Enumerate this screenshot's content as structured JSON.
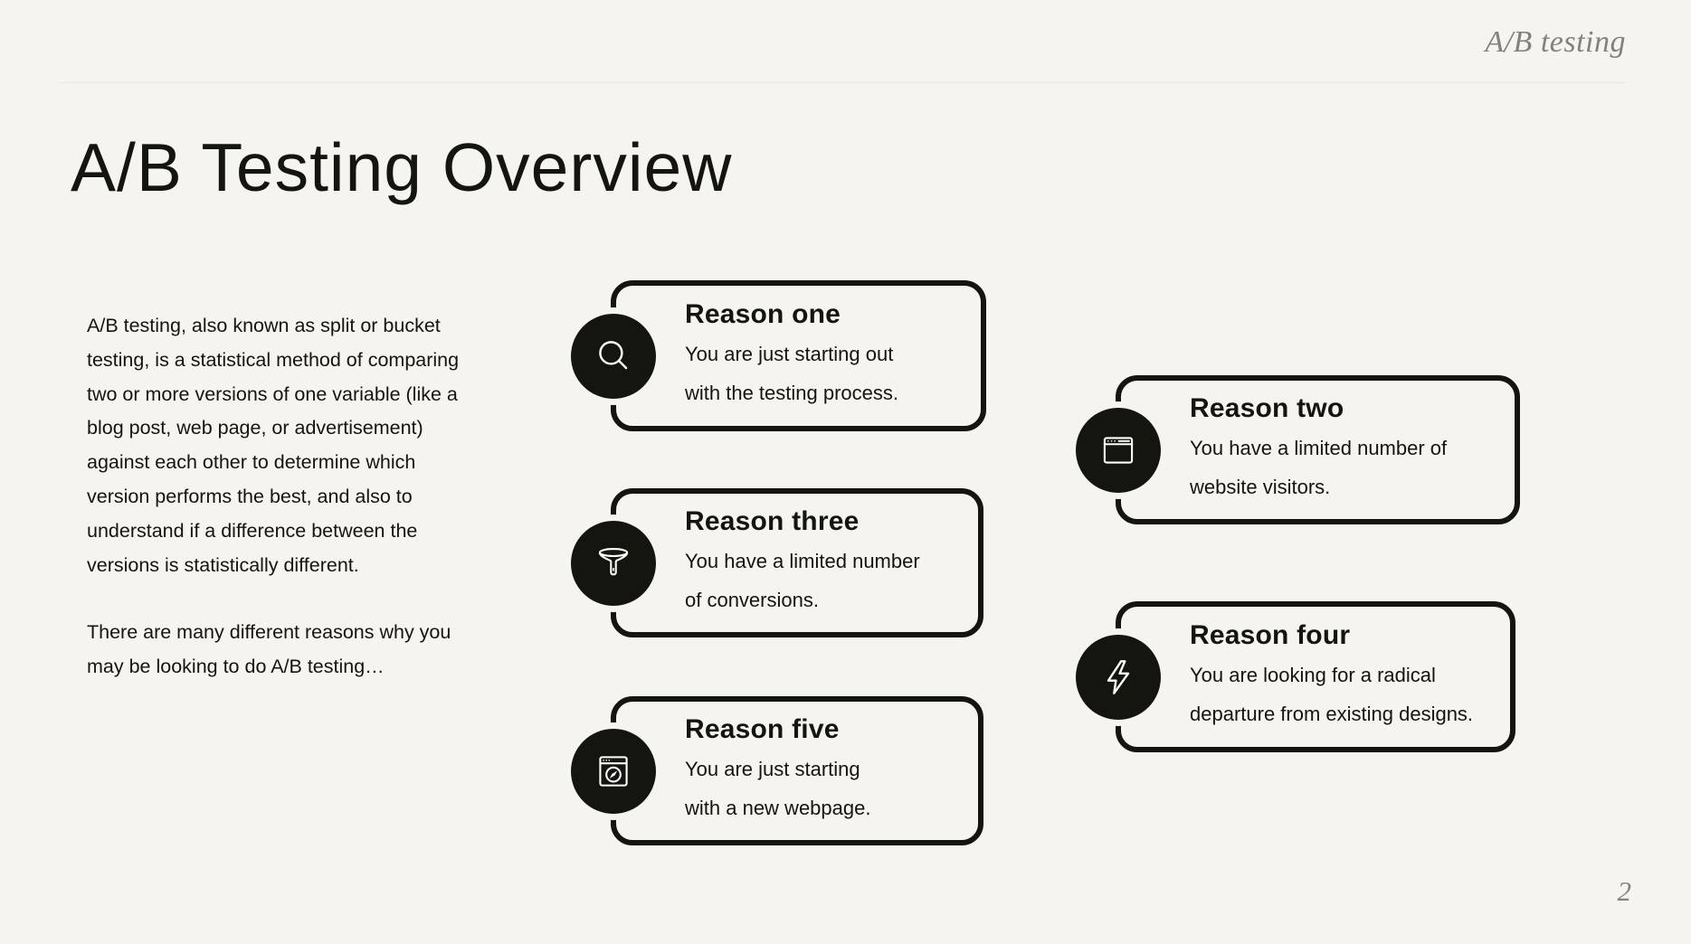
{
  "colors": {
    "background": "#f6f4ef",
    "ink": "#151510",
    "muted_gray": "#82817b",
    "icon_foreground": "#ffffff"
  },
  "header": {
    "label": "A/B testing"
  },
  "title": "A/B Testing Overview",
  "intro": {
    "para1": "A/B testing, also known as split or bucket\ntesting, is a statistical method of comparing\ntwo or more versions of one variable (like a\nblog post, web page, or advertisement)\nagainst each other to determine which\nversion performs the best, and also to\nunderstand if a difference between the\nversions is statistically different.",
    "para2": "There are many different reasons why you\nmay be looking to do A/B testing…"
  },
  "reasons": [
    {
      "icon": "search-icon",
      "title": "Reason one",
      "body": "You are just starting out\nwith the testing process."
    },
    {
      "icon": "browser-window-icon",
      "title": "Reason two",
      "body": "You have a limited number of\nwebsite visitors."
    },
    {
      "icon": "funnel-icon",
      "title": "Reason three",
      "body": "You have a limited number\nof conversions."
    },
    {
      "icon": "lightning-bolt-icon",
      "title": "Reason four",
      "body": "You are looking for a radical\ndeparture from existing designs."
    },
    {
      "icon": "webpage-compass-icon",
      "title": "Reason five",
      "body": "You are just starting\nwith a new webpage."
    }
  ],
  "footer": {
    "page_number": "2"
  }
}
